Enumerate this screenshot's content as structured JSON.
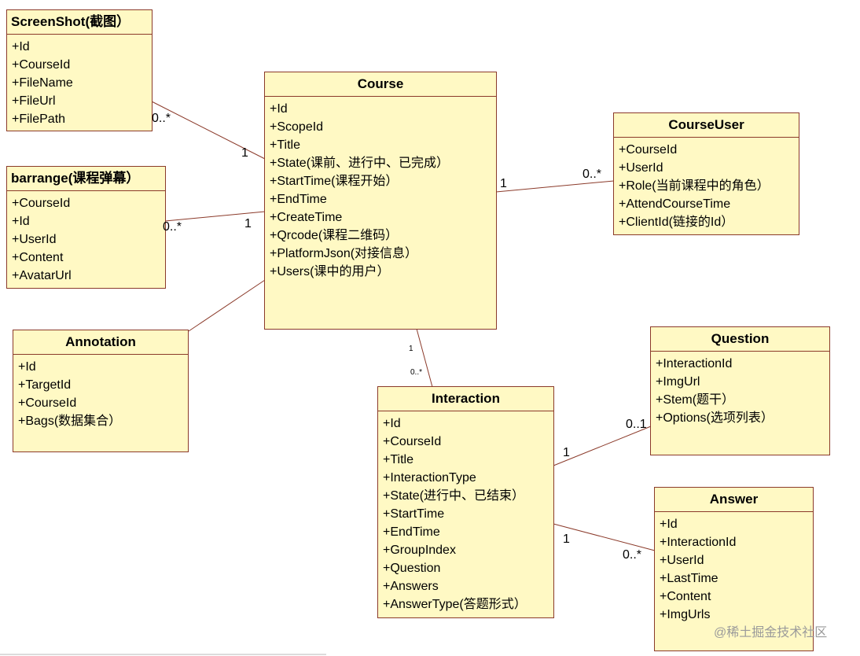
{
  "classes": {
    "screenshot": {
      "title": "ScreenShot(截图）",
      "attributes": [
        "+Id",
        "+CourseId",
        "+FileName",
        "+FileUrl",
        "+FilePath"
      ]
    },
    "barrange": {
      "title": "barrange(课程弹幕）",
      "attributes": [
        "+CourseId",
        "+Id",
        "+UserId",
        "+Content",
        "+AvatarUrl"
      ]
    },
    "annotation": {
      "title": "Annotation",
      "attributes": [
        "+Id",
        "+TargetId",
        "+CourseId",
        "+Bags(数据集合）"
      ]
    },
    "course": {
      "title": "Course",
      "attributes": [
        "+Id",
        "+ScopeId",
        "+Title",
        "+State(课前、进行中、已完成）",
        "+StartTime(课程开始）",
        "+EndTime",
        "+CreateTime",
        "+Qrcode(课程二维码）",
        "+PlatformJson(对接信息）",
        "+Users(课中的用户）"
      ]
    },
    "courseuser": {
      "title": "CourseUser",
      "attributes": [
        "+CourseId",
        "+UserId",
        "+Role(当前课程中的角色）",
        "+AttendCourseTime",
        "+ClientId(链接的Id）"
      ]
    },
    "interaction": {
      "title": "Interaction",
      "attributes": [
        "+Id",
        "+CourseId",
        "+Title",
        "+InteractionType",
        "+State(进行中、已结束）",
        "+StartTime",
        "+EndTime",
        "+GroupIndex",
        "+Question",
        "+Answers",
        "+AnswerType(答题形式）"
      ]
    },
    "question": {
      "title": "Question",
      "attributes": [
        "+InteractionId",
        "+ImgUrl",
        "+Stem(题干）",
        "+Options(选项列表）"
      ]
    },
    "answer": {
      "title": "Answer",
      "attributes": [
        "+Id",
        "+InteractionId",
        "+UserId",
        "+LastTime",
        "+Content",
        "+ImgUrls"
      ]
    }
  },
  "multiplicities": {
    "screenshot_far": "0..*",
    "screenshot_near": "1",
    "barrange_far": "0..*",
    "barrange_near": "1",
    "courseuser_near": "1",
    "courseuser_far": "0..*",
    "interaction_course_side": "1",
    "interaction_side": "0..*",
    "question_near": "1",
    "question_far": "0..1",
    "answer_near": "1",
    "answer_far": "0..*"
  },
  "watermark": "@稀土掘金技术社区",
  "colors": {
    "box_fill": "#fff9c4",
    "box_border": "#8b3a2a",
    "line": "#8b3a2a"
  }
}
